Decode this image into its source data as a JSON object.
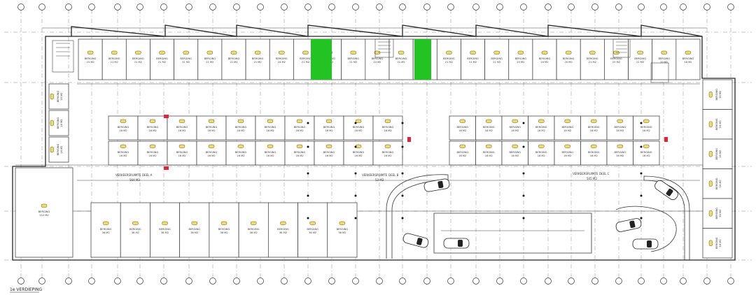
{
  "drawing": {
    "title": "1e VERDIEPING",
    "zones": [
      {
        "name": "VERKEERSRUIMTE",
        "code": "DEEL A",
        "area": "564 M2"
      },
      {
        "name": "VERKEERSRUIMTE",
        "code": "DEEL B",
        "area": "53 M2"
      },
      {
        "name": "VERKEERSRUIMTE",
        "code": "DEEL C",
        "area": "505 M2"
      }
    ],
    "unit_label": "BERGING",
    "top_row_areas": [
      "23 M2",
      "21 M2",
      "21 M2",
      "21 M2",
      "21 M2",
      "21 M2",
      "21 M2",
      "21 M2",
      "24 M2",
      "21 M2",
      "21 M2",
      "21 M2",
      "24 M2",
      "21 M2",
      "21 M2",
      "21 M2",
      "21 M2",
      "21 M2",
      "25 M2",
      "24 M2",
      "20 M2",
      "21 M2",
      "25 M2",
      "21 M2",
      "20 M2",
      "16 M2"
    ],
    "middle_left_areas": [
      "16 M2",
      "16 M2",
      "16 M2",
      "16 M2",
      "16 M2",
      "16 M2",
      "16 M2",
      "16 M2",
      "16 M2",
      "16 M2"
    ],
    "middle_right_areas": [
      "16 M2",
      "16 M2",
      "16 M2",
      "16 M2",
      "16 M2",
      "16 M2",
      "16 M2",
      "16 M2"
    ],
    "bottom_row_areas": [
      "112 M2",
      "36 M2",
      "36 M2",
      "36 M2",
      "36 M2",
      "36 M2",
      "36 M2",
      "36 M2",
      "36 M2",
      "36 M2"
    ],
    "right_column_areas": [
      "16 M2",
      "16 M2",
      "16 M2",
      "16 M2",
      "16 M2",
      "16 M2"
    ],
    "left_column_areas": [
      "16 M2",
      "16 M2",
      "16 M2"
    ]
  },
  "colors": {
    "highlight": "#22c322",
    "marker": "#e0243a",
    "accent": "#2b8a2b"
  }
}
